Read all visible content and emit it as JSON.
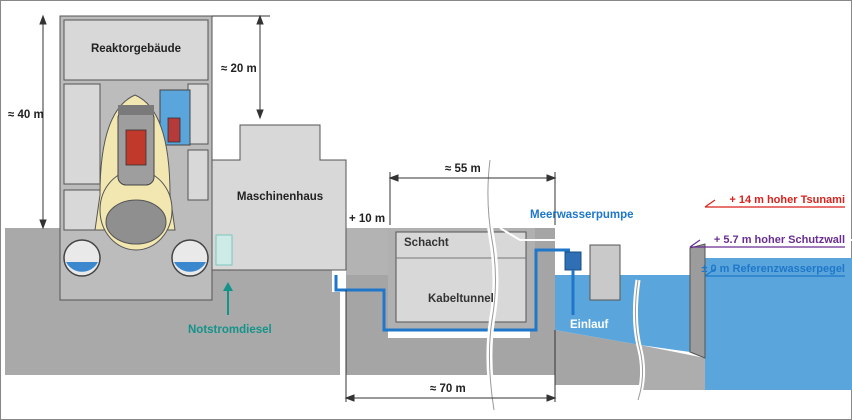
{
  "labels": {
    "reactor_building": "Reaktorgebäude",
    "turbine_hall": "Maschinenhaus",
    "shaft": "Schacht",
    "cable_tunnel": "Kabeltunnel",
    "intake": "Einlauf",
    "seawater_pump": "Meerwasserpumpe",
    "emergency_diesel": "Notstromdiesel"
  },
  "dimensions": {
    "height_40": "≈ 40 m",
    "height_20": "≈ 20 m",
    "width_55": "≈ 55 m",
    "width_70": "≈ 70 m",
    "level_10": "+ 10 m"
  },
  "levels": {
    "tsunami": "+ 14 m hoher Tsunami",
    "seawall": "+ 5.7 m hoher Schutzwall",
    "reference": "± 0 m Referenzwasserpegel"
  },
  "colors": {
    "tsunami": "#d9221d",
    "seawall": "#6a2d91",
    "water": "#1f77c9",
    "diesel": "#15938a"
  }
}
